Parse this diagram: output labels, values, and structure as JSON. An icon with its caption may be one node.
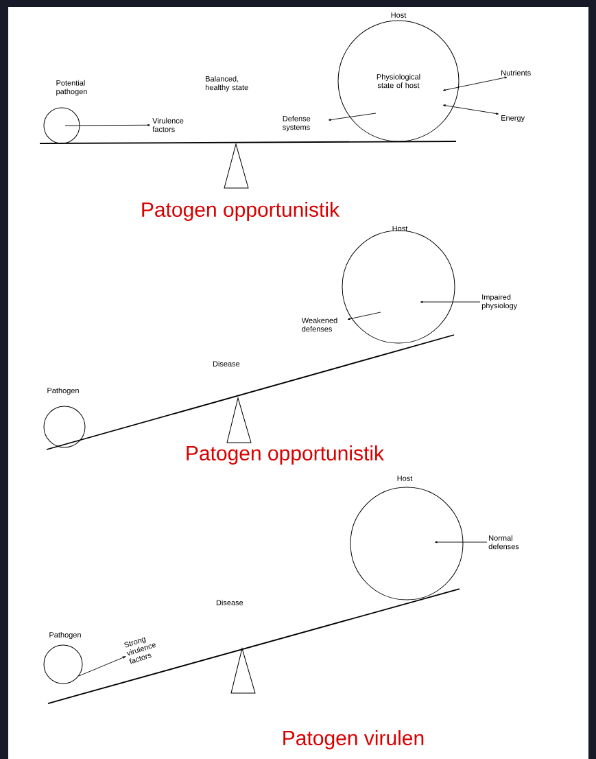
{
  "diagram": {
    "nodes": [
      {
        "text": [
          "Potential pathogen"
        ]
      },
      {
        "text": [
          "Virulence factors"
        ]
      },
      {
        "text": [
          "Host",
          "Physiological state of host"
        ]
      },
      {
        "text": [
          "Defense systems"
        ]
      },
      {
        "text": [
          "Nutrients"
        ]
      },
      {
        "text": [
          "Energy"
        ]
      },
      {
        "text": [
          "Host"
        ]
      },
      {
        "text": [
          "Weakened defenses"
        ]
      },
      {
        "text": [
          "Impaired physiology"
        ]
      },
      {
        "text": [
          "Pathogen"
        ]
      },
      {
        "text": [
          "Host"
        ]
      },
      {
        "text": [
          "Normal defenses"
        ]
      },
      {
        "text": [
          "Pathogen"
        ]
      },
      {
        "text": [
          "Strong virulence factors"
        ]
      }
    ],
    "edges": [
      {
        "from": 0,
        "to": 1,
        "arrow": "to"
      },
      {
        "from": 2,
        "to": 3,
        "arrow": "to"
      },
      {
        "from": 2,
        "to": 4,
        "arrow": "both"
      },
      {
        "from": 2,
        "to": 5,
        "arrow": "both"
      },
      {
        "from": 6,
        "to": 7,
        "arrow": "to"
      },
      {
        "from": 8,
        "to": 6,
        "arrow": "to"
      },
      {
        "from": 11,
        "to": 10,
        "arrow": "to"
      },
      {
        "from": 12,
        "to": 13,
        "arrow": "to"
      }
    ],
    "labels": [
      "Balanced, healthy state",
      "Patogen opportunistik",
      "Disease",
      "Patogen opportunistik",
      "Disease",
      "Patogen virulen"
    ]
  }
}
